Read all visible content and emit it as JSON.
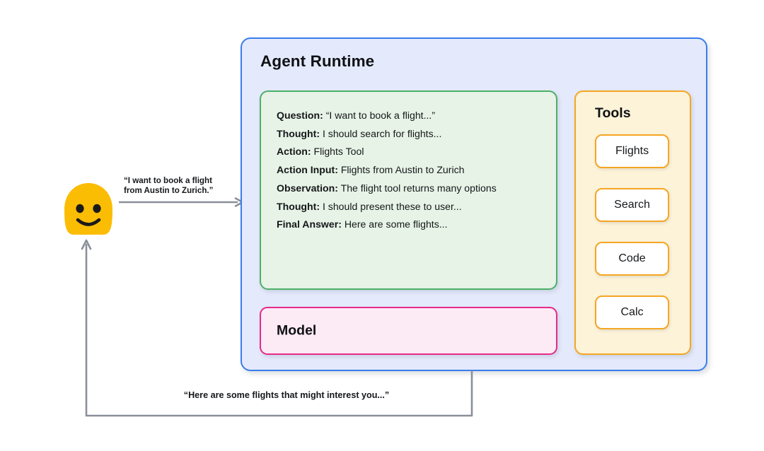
{
  "diagram": {
    "runtime": {
      "title": "Agent Runtime",
      "border_color": "#3b7ded",
      "fill_color": "#e4eafb"
    },
    "trace": {
      "border_color": "#4caf68",
      "fill_color": "#e6f3e6",
      "lines": [
        {
          "label": "Question:",
          "text": "“I want to book a flight...”"
        },
        {
          "label": "Thought:",
          "text": "I should search for flights..."
        },
        {
          "label": "Action:",
          "text": "Flights Tool"
        },
        {
          "label": "Action Input:",
          "text": "Flights from Austin to Zurich"
        },
        {
          "label": "Observation:",
          "text": "The flight tool returns many options"
        },
        {
          "label": "Thought:",
          "text": "I should present these to user..."
        },
        {
          "label": "Final Answer:",
          "text": "Here are some flights..."
        }
      ]
    },
    "model": {
      "title": "Model",
      "border_color": "#e62a8b",
      "fill_color": "#fceaf4"
    },
    "tools": {
      "title": "Tools",
      "border_color": "#f5a623",
      "fill_color": "#fdf3d8",
      "items": [
        {
          "label": "Flights"
        },
        {
          "label": "Search"
        },
        {
          "label": "Code"
        },
        {
          "label": "Calc"
        }
      ]
    },
    "user": {
      "avatar_icon": "smiley-face-avatar",
      "avatar_color": "#fbbc04"
    },
    "request": {
      "label_line1": "“I want to book a flight",
      "label_line2": "from Austin to Zurich.”",
      "arrow_icon": "arrow-right-icon",
      "arrow_color": "#8a9099"
    },
    "response": {
      "label": "“Here are some flights that might interest you...”",
      "arrow_icon": "arrow-up-icon",
      "arrow_color": "#8a9099"
    }
  }
}
